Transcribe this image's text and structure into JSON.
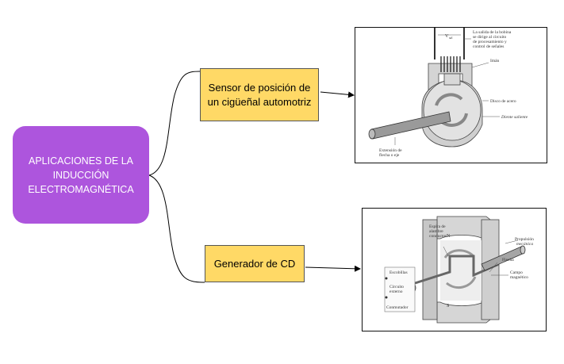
{
  "root": {
    "label": "APLICACIONES DE LA INDUCCIÓN ELECTROMAGNÉTICA"
  },
  "branches": [
    {
      "label": "Sensor de posición de un cigüeñal automotriz"
    },
    {
      "label": "Generador de CD"
    }
  ],
  "figure1": {
    "labels": {
      "vout": "V",
      "vout_sub": "sal",
      "coil_output": [
        "La salida de la bobina",
        "se dirige al circuito",
        "de procesamiento y",
        "control de señales"
      ],
      "magnet": "Imán",
      "steel_disk": "Disco de acero",
      "tooth": "Diente saliente",
      "shaft": [
        "Extensión de",
        "flecha o eje"
      ]
    }
  },
  "figure2": {
    "labels": {
      "north": "N",
      "south": "S",
      "loop": [
        "Espira de",
        "alambre",
        "conductor"
      ],
      "propulsion": [
        "Propulsión",
        "mecánica"
      ],
      "shaft": "Flecha",
      "field": [
        "Campo",
        "magnético"
      ],
      "brushes": "Escobillas",
      "external": [
        "Circuito",
        "externo"
      ],
      "commutator": "Conmutador"
    }
  },
  "colors": {
    "root_fill": "#ad55dd",
    "node_fill": "#ffd966",
    "connector": "#000000"
  }
}
